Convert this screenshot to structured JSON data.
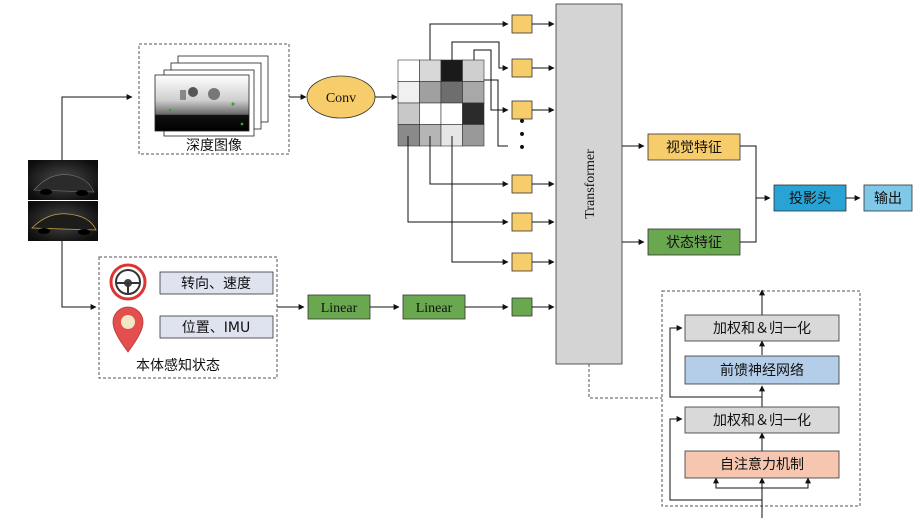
{
  "depth_image_label": "深度图像",
  "conv_label": "Conv",
  "transformer_label": "Transformer",
  "visual_feature_label": "视觉特征",
  "state_feature_label": "状态特征",
  "projection_head_label": "投影头",
  "output_label": "输出",
  "proprio": {
    "steering_speed_label": "转向、速度",
    "position_imu_label": "位置、IMU",
    "caption": "本体感知状态"
  },
  "linear1_label": "Linear",
  "linear2_label": "Linear",
  "ellipsis_dots": "•\n•\n•",
  "transformer_block": {
    "add_norm_top": "加权和＆归一化",
    "feedforward": "前馈神经网络",
    "add_norm_bottom": "加权和＆归一化",
    "self_attention": "自注意力机制"
  },
  "feature_grid": [
    [
      "#ffffff",
      "#d8d8d8",
      "#1a1a1a",
      "#cfcfcf"
    ],
    [
      "#f0f0f0",
      "#a0a0a0",
      "#6e6e6e",
      "#a8a8a8"
    ],
    [
      "#c8c8c8",
      "#ffffff",
      "#ffffff",
      "#2a2a2a"
    ],
    [
      "#8a8a8a",
      "#b5b5b5",
      "#e6e6e6",
      "#999999"
    ]
  ],
  "colors": {
    "token_fill": "#f7cc6a",
    "state_token_fill": "#6aa84f",
    "conv_fill": "#f7cc6a",
    "linear_fill": "#6aa84f",
    "visual_feature_fill": "#f7cc6a",
    "state_feature_fill": "#6aa84f",
    "projection_fill": "#29a3d6",
    "output_fill": "#7fc8e8",
    "transformer_fill": "#d4d4d4",
    "addnorm_fill": "#d9d9d9",
    "ffn_fill": "#b4cde8",
    "attention_fill": "#f6c6b0"
  }
}
